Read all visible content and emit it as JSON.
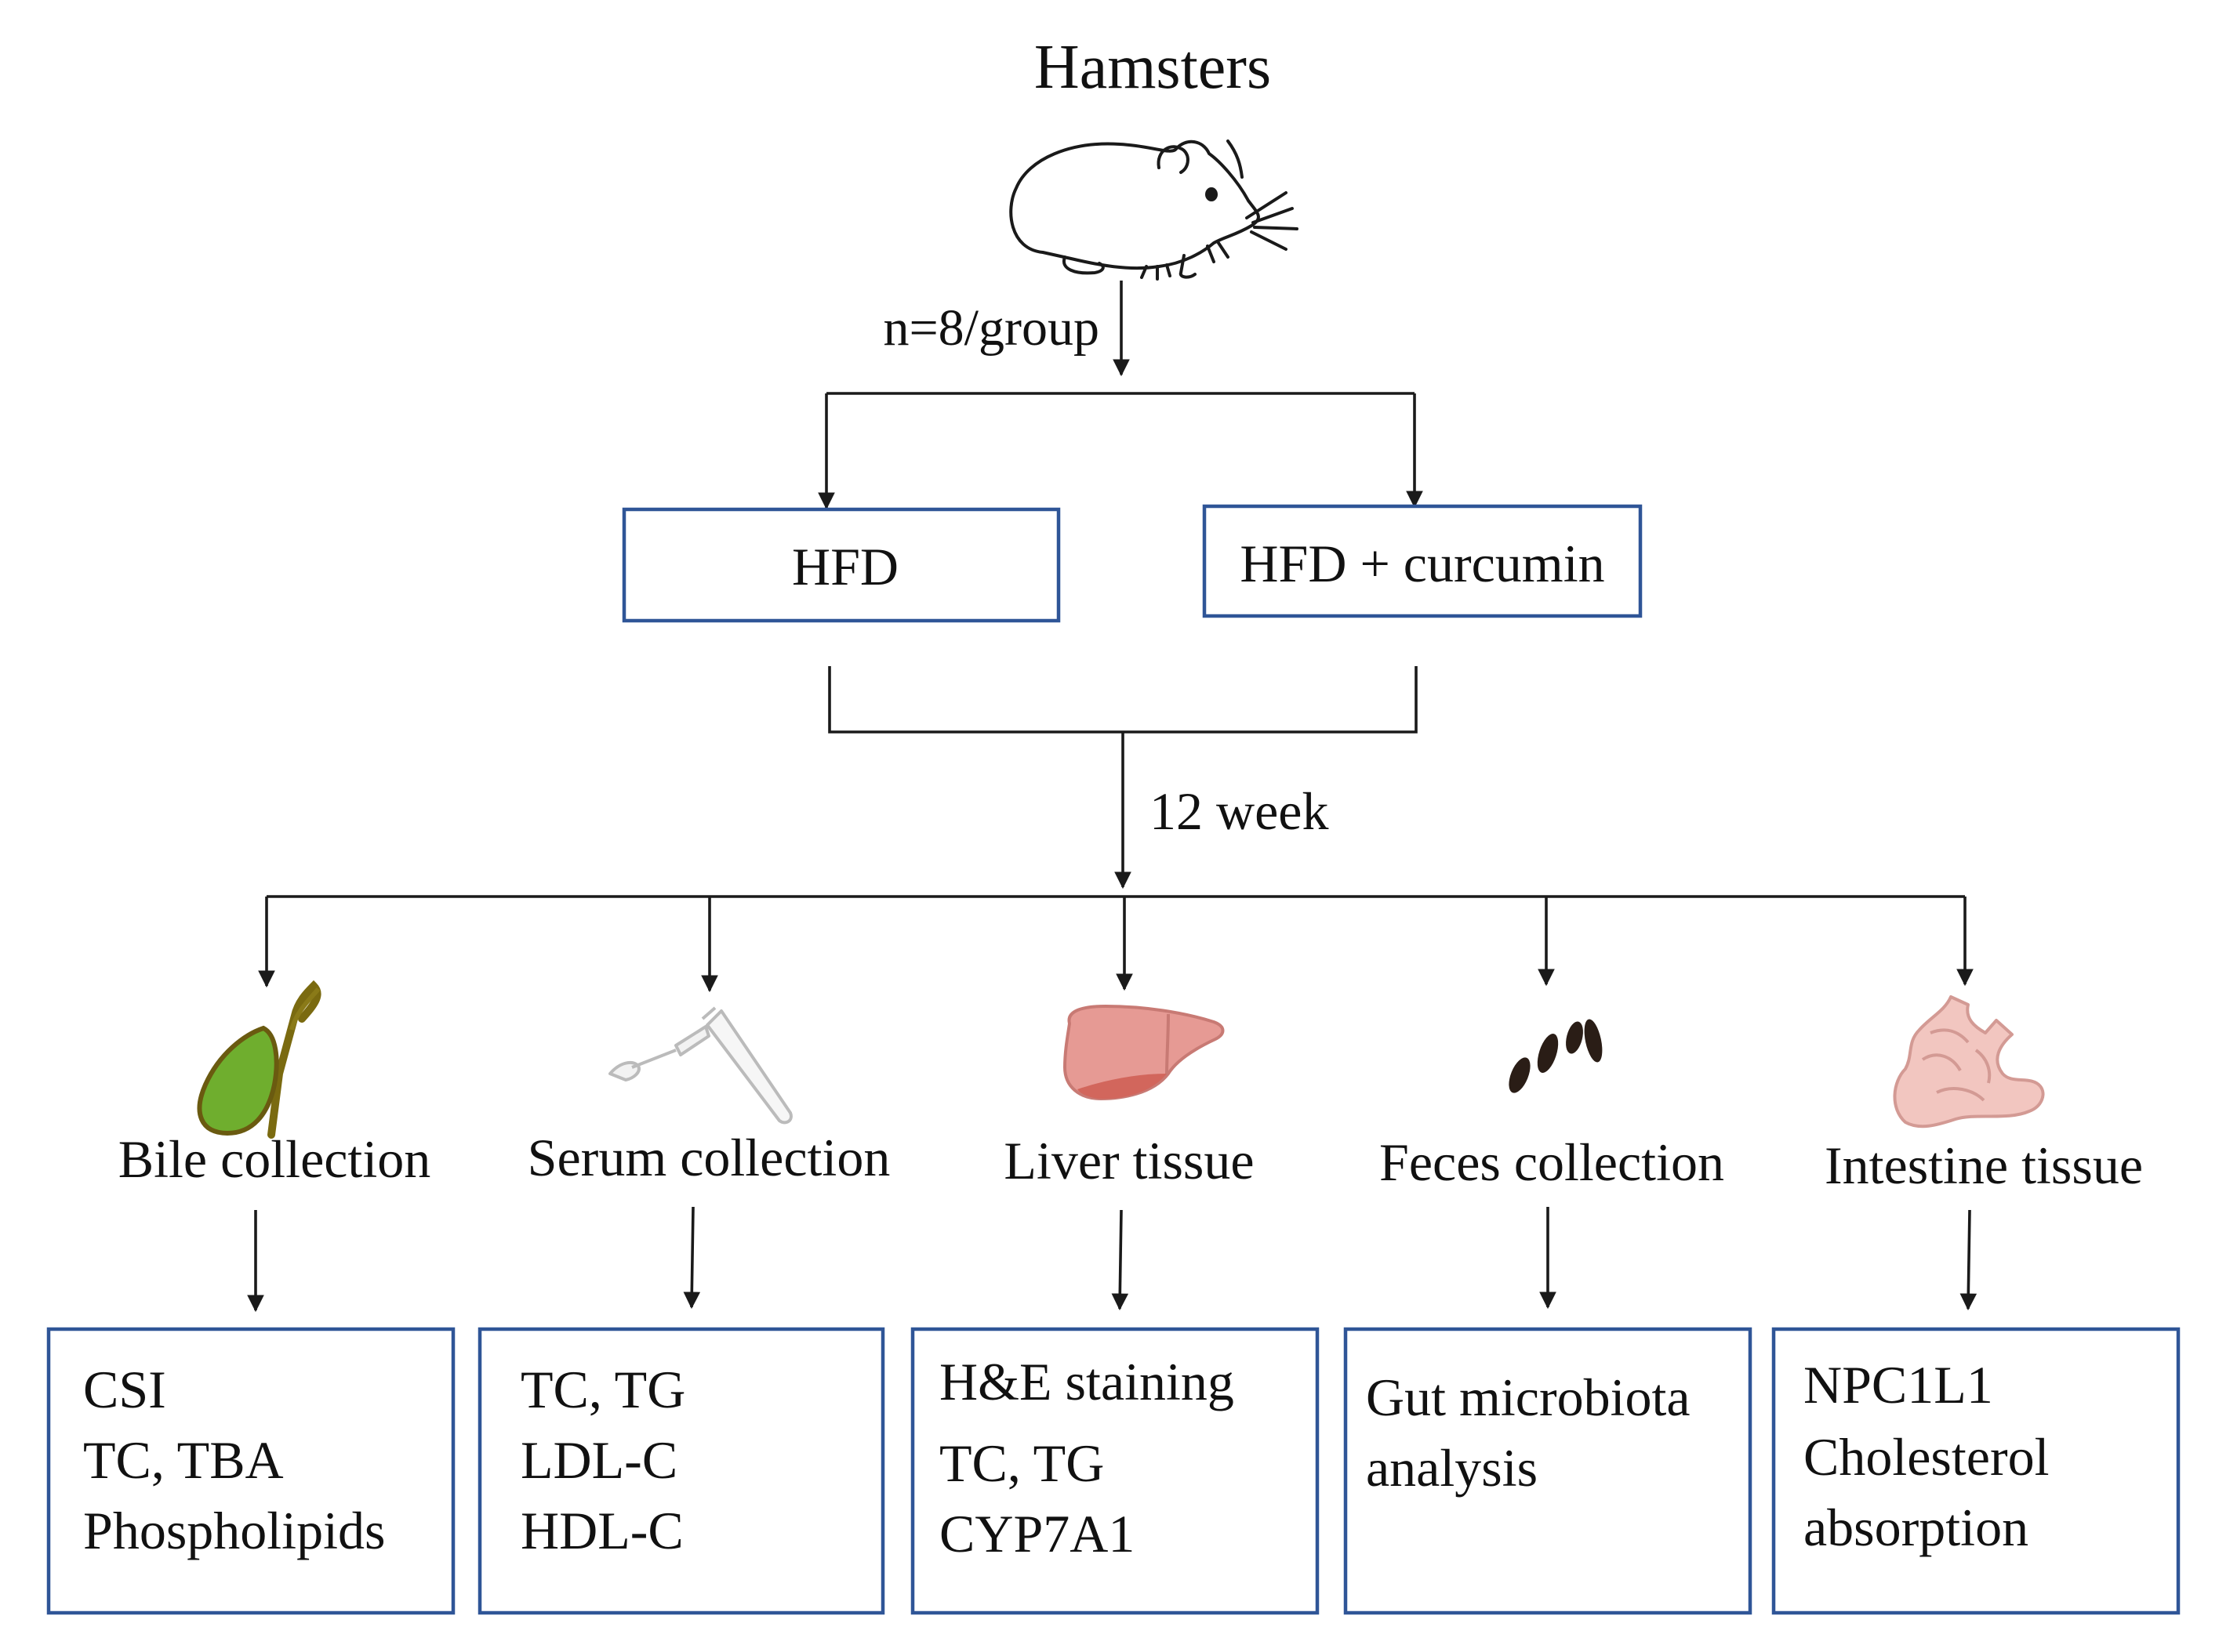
{
  "title": "Hamsters",
  "group_size": "n=8/group",
  "groups": [
    "HFD",
    "HFD + curcumin"
  ],
  "duration": "12 week",
  "box_border_color": "#2F5597",
  "samples": [
    {
      "label": "Bile collection",
      "icon": "gallbladder-icon",
      "assays": [
        "CSI",
        "TC, TBA",
        "Phospholipids"
      ]
    },
    {
      "label": "Serum collection",
      "icon": "microtube-icon",
      "assays": [
        "TC, TG",
        "LDL-C",
        "HDL-C"
      ]
    },
    {
      "label": "Liver tissue",
      "icon": "liver-icon",
      "assays": [
        "H&E staining",
        "TC, TG",
        "CYP7A1"
      ]
    },
    {
      "label": "Feces collection",
      "icon": "feces-icon",
      "assays": [
        "Gut microbiota",
        "analysis"
      ]
    },
    {
      "label": "Intestine tissue",
      "icon": "intestine-icon",
      "assays": [
        "NPC1L1",
        "Cholesterol",
        "absorption"
      ]
    }
  ]
}
